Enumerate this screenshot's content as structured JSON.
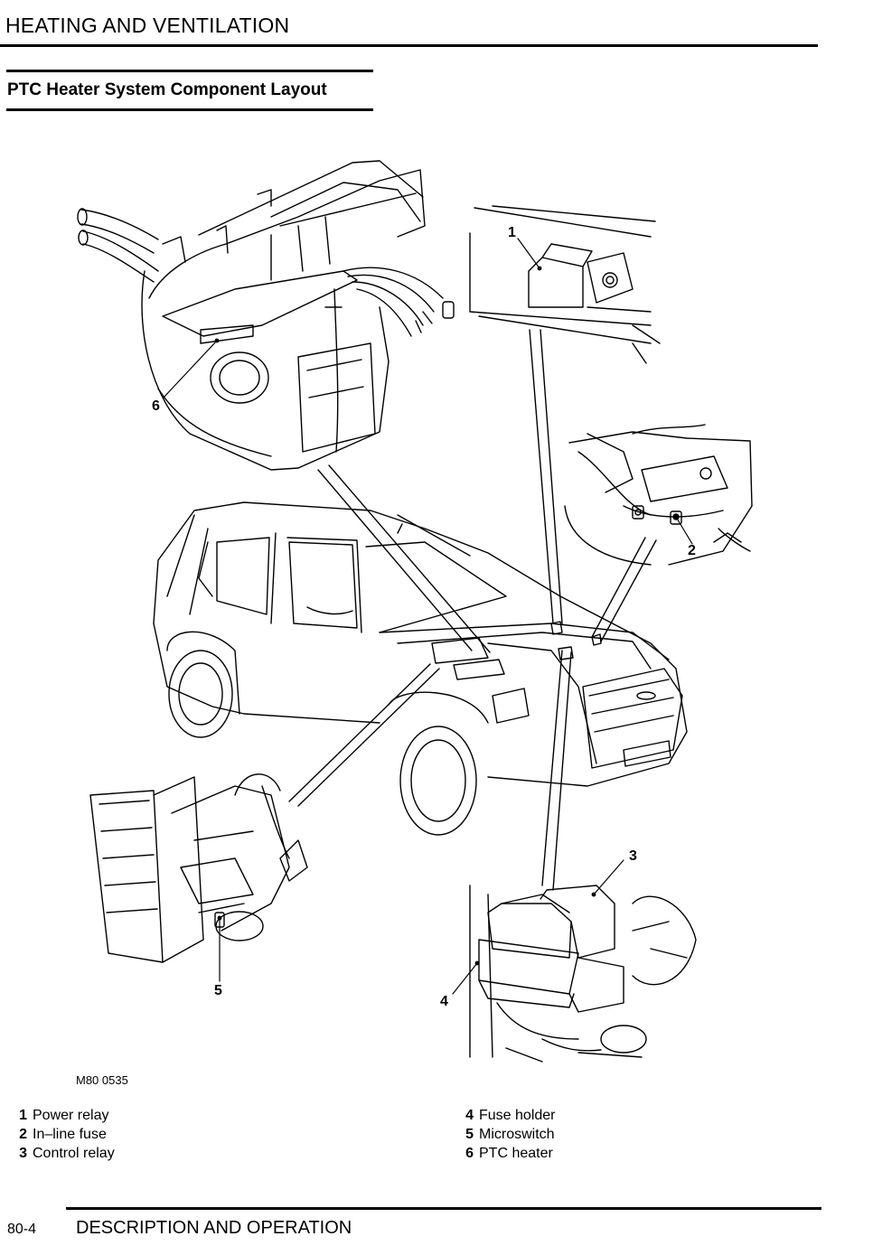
{
  "header": {
    "title": "HEATING AND VENTILATION"
  },
  "section": {
    "title": "PTC Heater System Component Layout"
  },
  "figure": {
    "id": "M80 0535",
    "callouts": [
      "1",
      "2",
      "3",
      "4",
      "5",
      "6"
    ]
  },
  "legend": {
    "left": [
      {
        "num": "1",
        "label": "Power relay"
      },
      {
        "num": "2",
        "label": "In–line fuse"
      },
      {
        "num": "3",
        "label": "Control relay"
      }
    ],
    "right": [
      {
        "num": "4",
        "label": "Fuse holder"
      },
      {
        "num": "5",
        "label": "Microswitch"
      },
      {
        "num": "6",
        "label": "PTC heater"
      }
    ]
  },
  "footer": {
    "page_number": "80-4",
    "title": "DESCRIPTION AND OPERATION"
  }
}
